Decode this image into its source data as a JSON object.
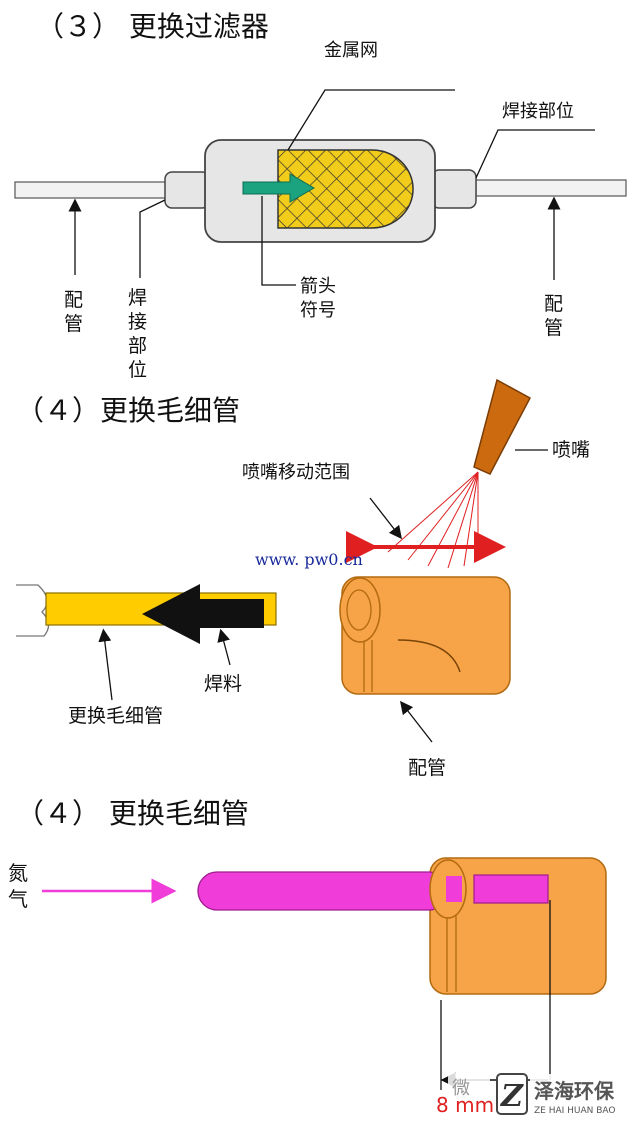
{
  "sections": {
    "s3_title": "（３） 更换过滤器",
    "s4a_title": "（４）更换毛细管",
    "s4b_title": "（４） 更换毛细管"
  },
  "filter": {
    "mesh_label": "金属网",
    "weld_right_label": "焊接部位",
    "pipe_left_label": [
      "配",
      "管"
    ],
    "weld_left_label": [
      "焊",
      "接",
      "部",
      "位"
    ],
    "arrow_label": [
      "箭头",
      "符号"
    ],
    "pipe_right_label": [
      "配",
      "管"
    ]
  },
  "capillary_replace": {
    "nozzle_label": "喷嘴",
    "nozzle_range_label": "喷嘴移动范围",
    "watermark_url": "www. pw0.cn",
    "solder_label": "焊料",
    "new_capillary_label": "更换毛细管",
    "pipe_label": "配管"
  },
  "nitrogen": {
    "nitrogen_label": [
      "氮",
      "气"
    ],
    "measure_label": "8 mm"
  },
  "logo": {
    "brand_cn": "泽海环保",
    "brand_en": "ZE HAI HUAN BAO",
    "wechat_mark": "微"
  },
  "colors": {
    "filter_body": "#e6e6e6",
    "mesh": "#f2cc1a",
    "arrow_green": "#1aa37e",
    "nozzle": "#cc6a10",
    "pipe_orange": "#f7a347",
    "capillary_yellow": "#ffcc00",
    "nitrogen_pink": "#f03cd8",
    "range_red": "#e02020"
  }
}
